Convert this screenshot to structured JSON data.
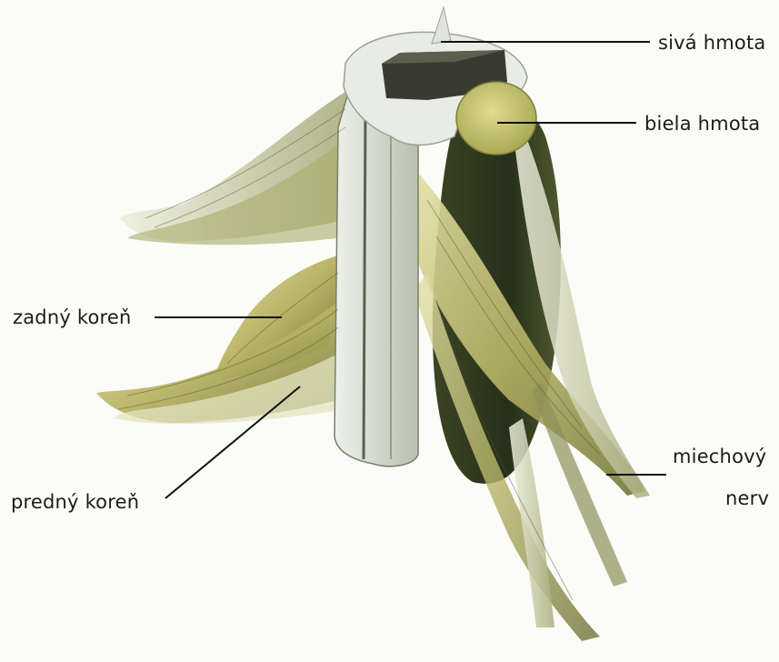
{
  "labels": {
    "gray_matter": "sivá hmota",
    "white_matter": "biela hmota",
    "dorsal_root": "zadný koreň",
    "ventral_root": "predný koreň",
    "spinal_nerve_line1": "miechový",
    "spinal_nerve_line2": "nerv"
  },
  "colors": {
    "background": "#fbfbf8",
    "nerve_yellow": "#c9c486",
    "nerve_dark": "#3e4a26",
    "cord_light": "#e6ebe2",
    "white_matter": "#c8c372",
    "gray_matter": "#37382d",
    "leader_line": "#111111"
  }
}
